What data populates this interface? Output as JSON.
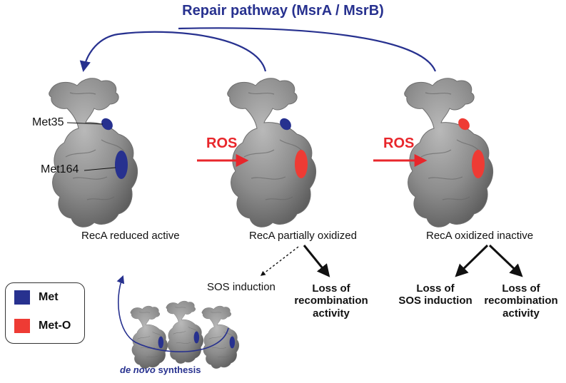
{
  "title": "Repair pathway  (MsrA / MsrB)",
  "ros_labels": [
    "ROS",
    "ROS"
  ],
  "states": [
    {
      "label": "RecA reduced active",
      "met35": "blue",
      "met164": "blue"
    },
    {
      "label": "RecA  partially oxidized",
      "met35": "blue",
      "met164": "red"
    },
    {
      "label": "RecA oxidized inactive",
      "met35": "red",
      "met164": "red"
    }
  ],
  "residue_labels": {
    "met35": "Met35",
    "met164": "Met164"
  },
  "outcomes": {
    "sos_induction": "SOS induction",
    "loss_recomb_1": [
      "Loss of",
      "recombination",
      "activity"
    ],
    "loss_sos": [
      "Loss of",
      "SOS induction"
    ],
    "loss_recomb_2": [
      "Loss of",
      "recombination",
      "activity"
    ]
  },
  "legend": [
    {
      "label": "Met",
      "color": "#27318f"
    },
    {
      "label": "Met-O",
      "color": "#ee3b34"
    }
  ],
  "denovo": {
    "italic": "de novo",
    "rest": " synthesis"
  },
  "colors": {
    "met": "#27318f",
    "met_o": "#ee3b34",
    "ros": "#e8262b",
    "pathway": "#27318f",
    "protein": "#8f8f8f"
  }
}
